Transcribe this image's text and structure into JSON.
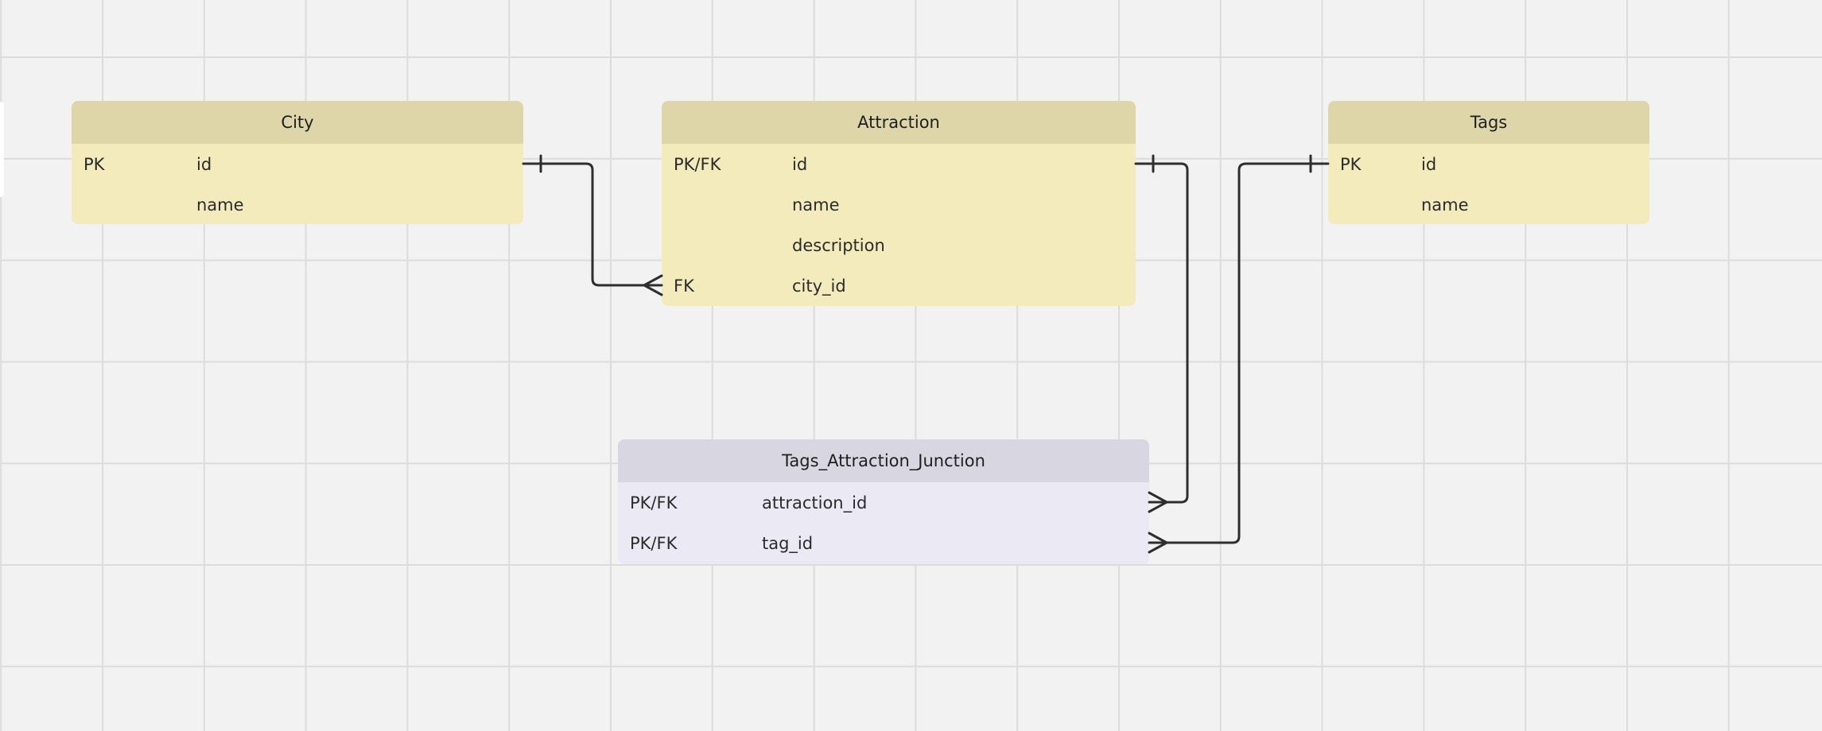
{
  "diagram": {
    "entities": [
      {
        "id": "city",
        "title": "City",
        "style": "yellow",
        "rows": [
          {
            "key": "PK",
            "field": "id"
          },
          {
            "key": "",
            "field": "name"
          }
        ]
      },
      {
        "id": "attraction",
        "title": "Attraction",
        "style": "yellow",
        "rows": [
          {
            "key": "PK/FK",
            "field": "id"
          },
          {
            "key": "",
            "field": "name"
          },
          {
            "key": "",
            "field": "description"
          },
          {
            "key": "FK",
            "field": "city_id"
          }
        ]
      },
      {
        "id": "tags",
        "title": "Tags",
        "style": "yellow",
        "rows": [
          {
            "key": "PK",
            "field": "id"
          },
          {
            "key": "",
            "field": "name"
          }
        ]
      },
      {
        "id": "junction",
        "title": "Tags_Attraction_Junction",
        "style": "lavender",
        "rows": [
          {
            "key": "PK/FK",
            "field": "attraction_id"
          },
          {
            "key": "PK/FK",
            "field": "tag_id"
          }
        ]
      }
    ],
    "relationships": [
      {
        "from": "city.id",
        "to": "attraction.city_id",
        "from_end": "one",
        "to_end": "many"
      },
      {
        "from": "attraction.id",
        "to": "junction.attraction_id",
        "from_end": "one",
        "to_end": "many"
      },
      {
        "from": "tags.id",
        "to": "junction.tag_id",
        "from_end": "one",
        "to_end": "many"
      }
    ],
    "colors": {
      "canvas": "#f2f2f2",
      "grid": "#dcdcdc",
      "entity_body_yellow": "#f4ebbc",
      "entity_header_yellow": "#ded6a8",
      "entity_body_lavender": "#ebe9f3",
      "entity_header_lavender": "#d8d7e1",
      "connector": "#2e2e2e"
    }
  }
}
